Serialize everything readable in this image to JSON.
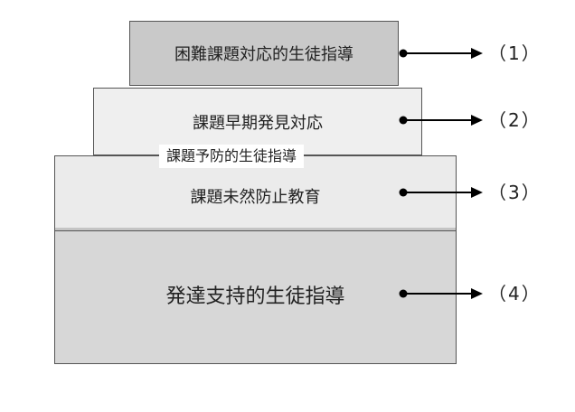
{
  "tiers": [
    {
      "label": "困難課題対応的生徒指導",
      "tag": "（1）"
    },
    {
      "label": "課題早期発見対応",
      "tag": "（2）"
    },
    {
      "label": "課題未然防止教育",
      "tag": "（3）"
    },
    {
      "label": "発達支持的生徒指導",
      "tag": "（4）"
    }
  ],
  "group_label": "課題予防的生徒指導",
  "colors": {
    "tier1_fill": "#c9c9c9",
    "tier2_fill": "#efefef",
    "tier3_fill": "#ebebeb",
    "tier4_fill": "#d7d7d7",
    "border": "#555555",
    "arrow": "#000000"
  }
}
